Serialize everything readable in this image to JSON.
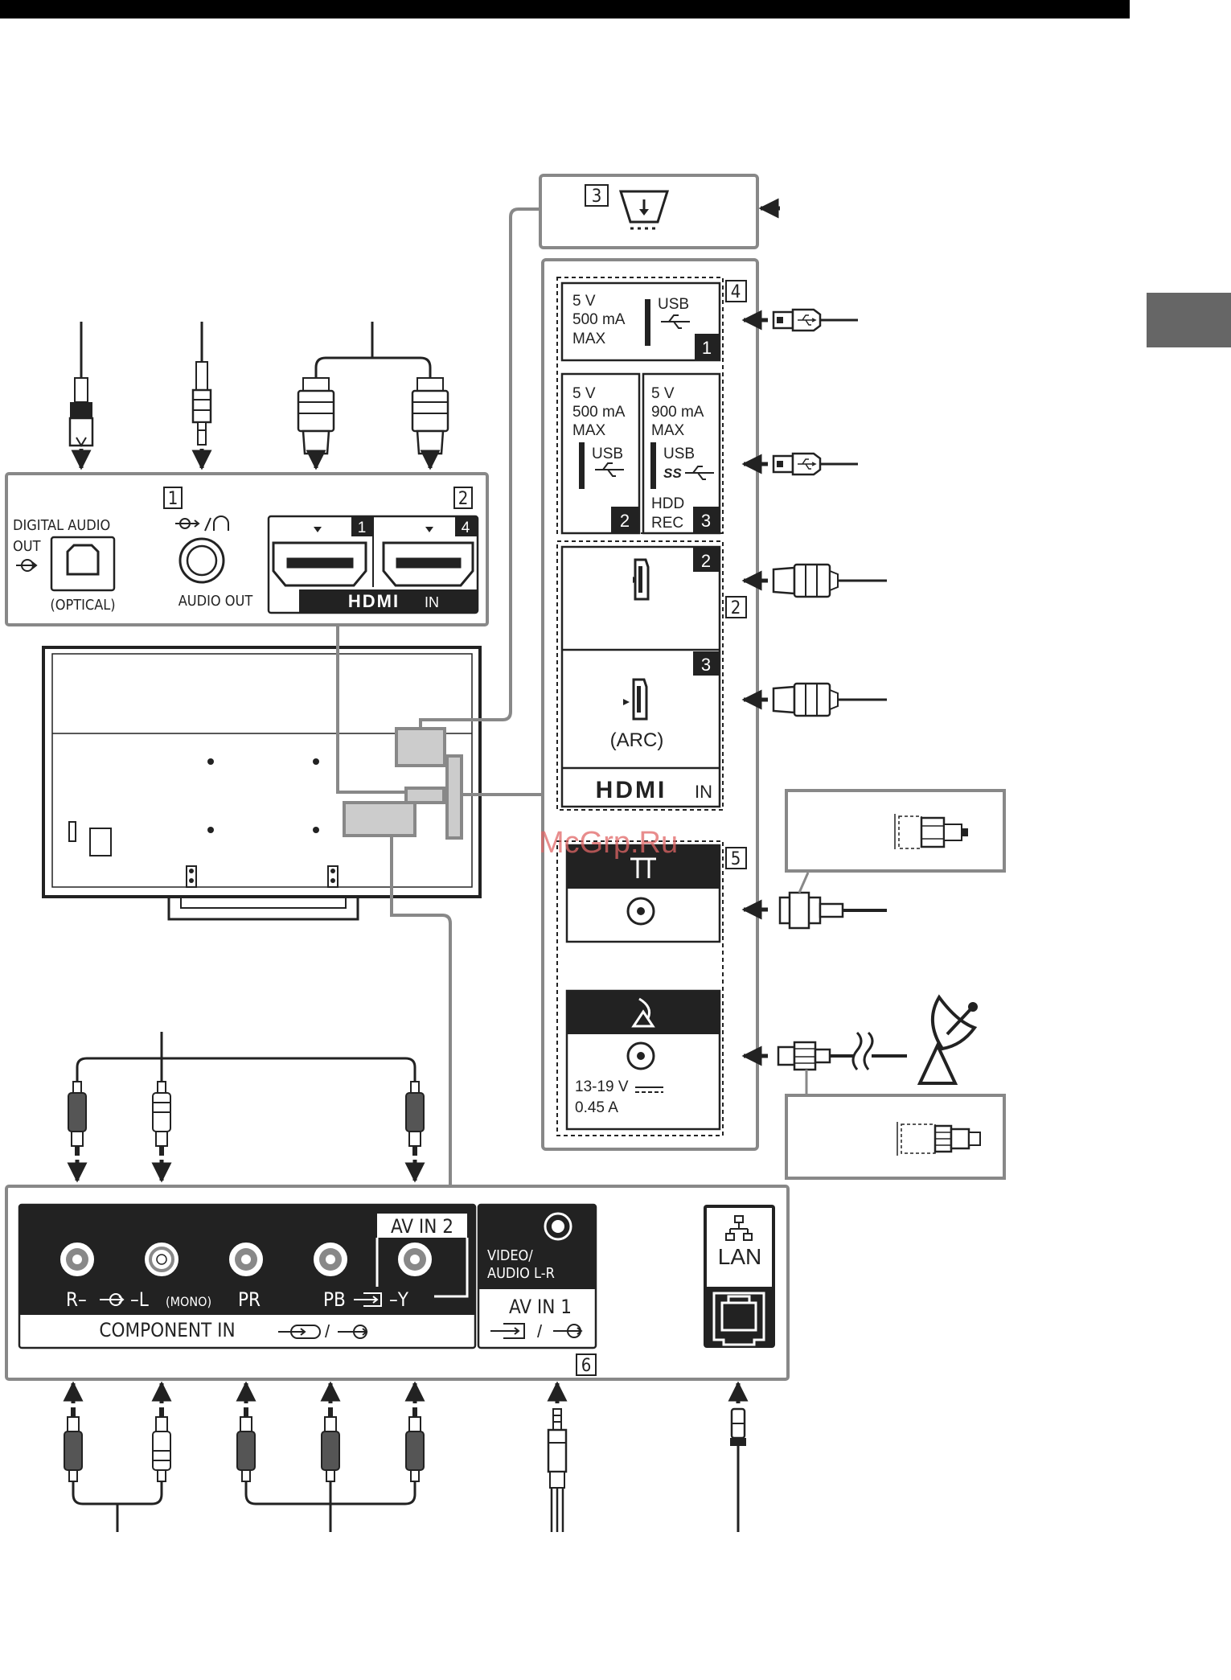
{
  "watermark": "McGrp.Ru",
  "callouts": [
    "1",
    "2",
    "3",
    "4",
    "5",
    "2",
    "6"
  ],
  "audio_panel": {
    "digital_audio_line1": "DIGITAL AUDIO",
    "digital_audio_line2": "OUT",
    "optical": "(OPTICAL)",
    "audio_out": "AUDIO OUT",
    "hdmi_port_1": "1",
    "hdmi_port_4": "4",
    "hdmi_logo": "HDMI",
    "hdmi_in": "IN"
  },
  "usb_panel": {
    "usb1": {
      "volt": "5 V",
      "current": "500 mA",
      "max": "MAX",
      "label": "USB",
      "num": "1"
    },
    "usb2": {
      "volt": "5 V",
      "current": "500 mA",
      "max": "MAX",
      "label": "USB",
      "num": "2"
    },
    "usb3": {
      "volt": "5 V",
      "current": "900 mA",
      "max": "MAX",
      "label": "USB",
      "hdd": "HDD",
      "rec": "REC",
      "num": "3"
    }
  },
  "hdmi_side": {
    "port2": "2",
    "port3": "3",
    "arc": "(ARC)",
    "logo": "HDMI",
    "in": "IN"
  },
  "antenna": {
    "sat_volt": "13-19 V",
    "sat_current": "0.45 A"
  },
  "bottom_panel": {
    "av_in2": "AV IN 2",
    "r": "R–",
    "l": "–L",
    "mono": "(MONO)",
    "pr": "PR",
    "pb": "PB",
    "y": "–Y",
    "component_in": "COMPONENT IN",
    "video_audio_1": "VIDEO/",
    "video_audio_2": "AUDIO L-R",
    "av_in1": "AV IN 1",
    "lan": "LAN"
  }
}
